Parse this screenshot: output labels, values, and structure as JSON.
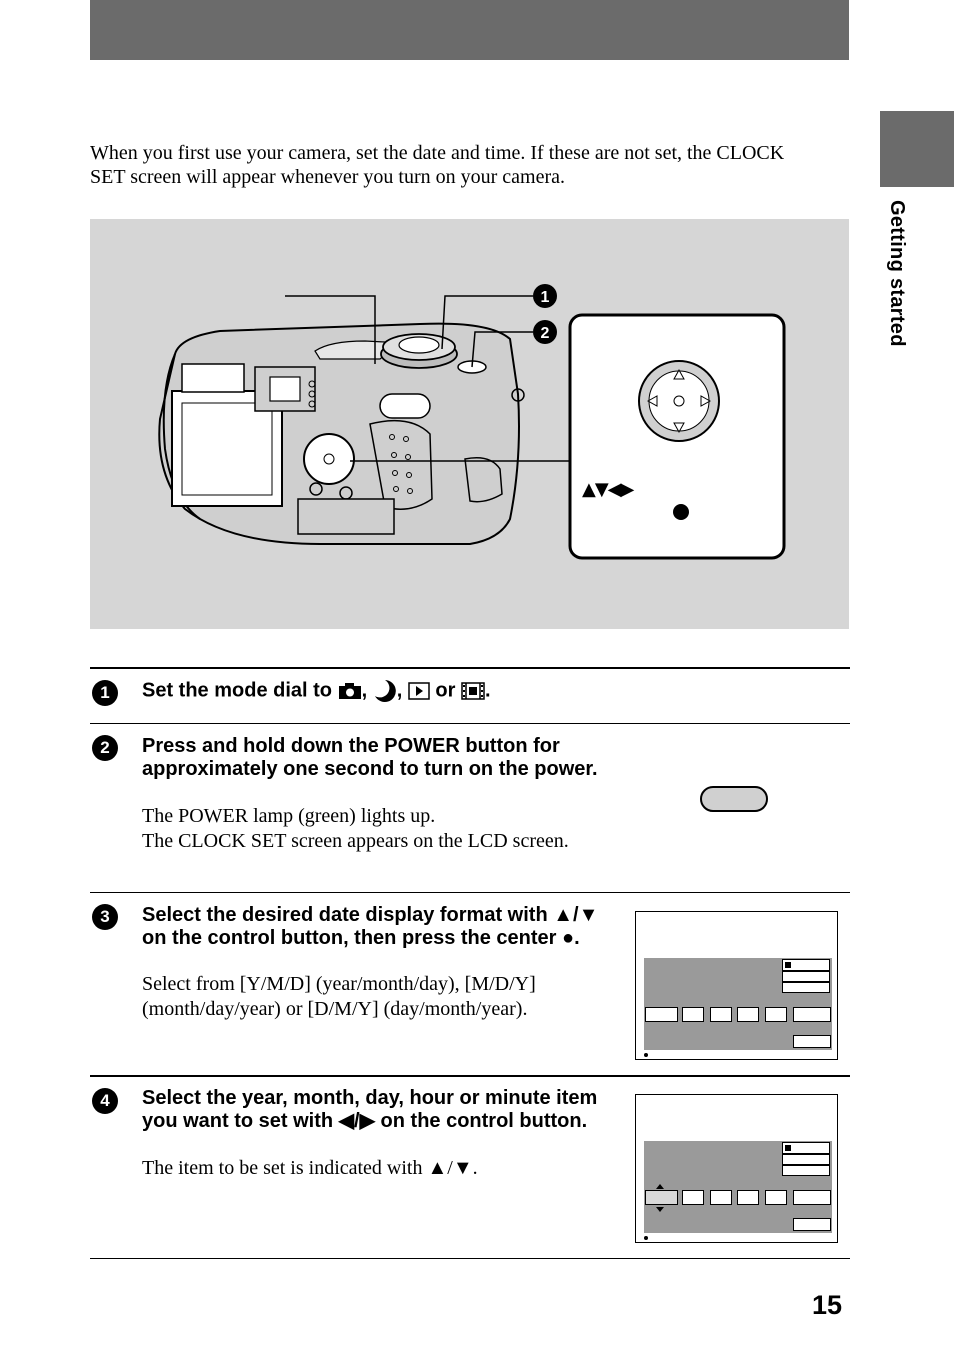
{
  "side_label": "Getting started",
  "intro": "When you first use your camera, set the date and time. If these are not set, the CLOCK SET screen will appear whenever you turn on your camera.",
  "figure": {
    "callout_1": "1",
    "callout_2": "2",
    "arrow_keys_label": "▲▼◀▶"
  },
  "steps": [
    {
      "num": "1",
      "title_prefix": "Set the mode dial to",
      "sep1": ",",
      "sep2": ",",
      "or_word": "or",
      "end": "."
    },
    {
      "num": "2",
      "title": "Press and hold down the POWER button for approximately one second to turn on the power.",
      "body_1": "The POWER lamp (green) lights up.",
      "body_2": "The CLOCK SET screen appears on the LCD screen."
    },
    {
      "num": "3",
      "title": "Select the desired date display format with ▲/▼ on the control button, then press the center ●.",
      "body": "Select from [Y/M/D] (year/month/day), [M/D/Y] (month/day/year) or [D/M/Y] (day/month/year)."
    },
    {
      "num": "4",
      "title": "Select the year, month, day, hour or minute item you want to set with ◀/▶ on the control button.",
      "body": "The item to be set is indicated with ▲/▼."
    }
  ],
  "page_number": "15"
}
